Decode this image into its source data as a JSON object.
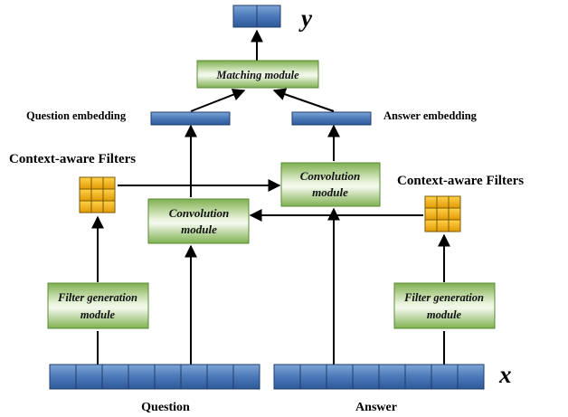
{
  "output_symbol": "y",
  "input_symbol": "x",
  "matching_module": "Matching module",
  "question_embedding": "Question embedding",
  "answer_embedding": "Answer embedding",
  "context_filters_left": "Context-aware Filters",
  "context_filters_right": "Context-aware Filters",
  "convolution_left": [
    "Convolution",
    "module"
  ],
  "convolution_right": [
    "Convolution",
    "module"
  ],
  "filter_gen_left": [
    "Filter generation",
    "module"
  ],
  "filter_gen_right": [
    "Filter generation",
    "module"
  ],
  "question_label": "Question",
  "answer_label": "Answer",
  "colors": {
    "vector_blue": "#4f81bd",
    "module_green_dark": "#77a84b",
    "module_green_light": "#eef5e4",
    "filter_gold": "#f2b21b",
    "filter_border": "#7a5a00"
  }
}
